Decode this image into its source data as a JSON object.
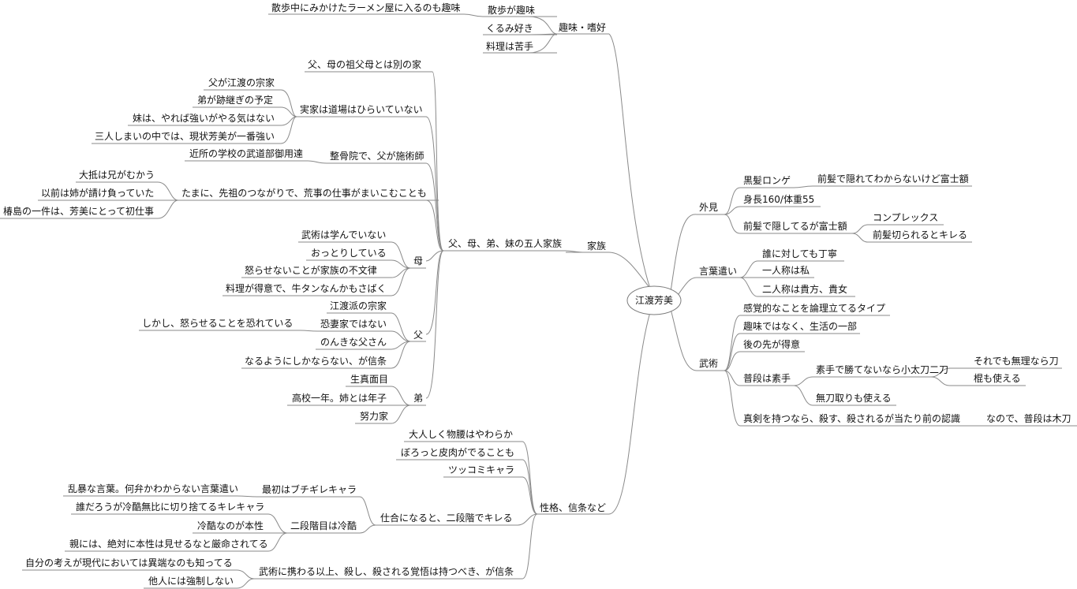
{
  "root": "江渡芳美",
  "branches": {
    "hobby": {
      "label": "趣味・嗜好",
      "items": {
        "walk": "散歩が趣味",
        "walk_detail": "散歩中にみかけたラーメン屋に入るのも趣味",
        "walnut": "くるみ好き",
        "cooking": "料理は苦手"
      }
    },
    "family": {
      "label": "家族",
      "main": "父、母、弟、妹の五人家族",
      "separate_house": "父、母の祖父母とは別の家",
      "dojo": {
        "label": "実家は道場はひらいていない",
        "items": [
          "父が江渡の宗家",
          "弟が跡継ぎの予定",
          "妹は、やれば強いがやる気はない",
          "三人しまいの中では、現状芳美が一番強い"
        ]
      },
      "clinic": {
        "label": "整骨院で、父が施術師",
        "items": [
          "近所の学校の武道部御用達"
        ]
      },
      "ancestors": {
        "label": "たまに、先祖のつながりで、荒事の仕事がまいこむことも",
        "items": [
          "大抵は兄がむかう",
          "以前は姉が請け負っていた",
          "椿島の一件は、芳美にとって初仕事"
        ]
      },
      "mother": {
        "label": "母",
        "items": [
          "武術は学んでいない",
          "おっとりしている",
          "怒らせないことが家族の不文律",
          "料理が得意で、牛タンなんかもさばく"
        ]
      },
      "father": {
        "label": "父",
        "items": [
          "江渡派の宗家",
          "恐妻家ではない",
          "しかし、怒らせることを恐れている",
          "のんきな父さん",
          "なるようにしかならない、が信条"
        ]
      },
      "brother": {
        "label": "弟",
        "items": [
          "生真面目",
          "高校一年。姉とは年子",
          "努力家"
        ]
      }
    },
    "personality": {
      "label": "性格、信条など",
      "items": {
        "gentle": "大人しく物腰はやわらか",
        "cynical": "ぼろっと皮肉がでることも",
        "tsukkomi": "ツッコミキャラ"
      },
      "match": {
        "label": "仕合になると、二段階でキレる",
        "first": {
          "label": "最初はブチギレキャラ",
          "items": [
            "乱暴な言葉。何弁かわからない言葉遣い"
          ]
        },
        "second": {
          "label": "二段階目は冷酷",
          "items": [
            "誰だろうが冷酷無比に切り捨てるキレキャラ",
            "冷酷なのが本性",
            "親には、絶対に本性は見せるなと厳命されてる"
          ]
        }
      },
      "belief": {
        "label": "武術に携わる以上、殺し、殺される覚悟は持つべき、が信条",
        "items": [
          "自分の考えが現代においては異端なのも知ってる",
          "他人には強制しない"
        ]
      }
    },
    "appearance": {
      "label": "外見",
      "black_hair": "黒髪ロンゲ",
      "black_hair_detail": "前髪で隠れてわからないけど富士額",
      "height": "身長160/体重55",
      "forehead": "前髪で隠してるが富士額",
      "complex": "コンプレックス",
      "angry": "前髪切られるとキレる"
    },
    "speech": {
      "label": "言葉遣い",
      "items": [
        "誰に対しても丁寧",
        "一人称は私",
        "二人称は貴方、貴女"
      ]
    },
    "martial": {
      "label": "武術",
      "logic": "感覚的なことを論理立てるタイプ",
      "life": "趣味ではなく、生活の一部",
      "counter": "後の先が得意",
      "barehand": "普段は素手",
      "kodachi": "素手で勝てないなら小太刀二刀",
      "still": "それでも無理なら刀",
      "staff": "棍も使える",
      "mutodori": "無刀取りも使える",
      "sword": "真剣を持つなら、殺す、殺されるが当たり前の認識",
      "bokuto": "なので、普段は木刀"
    }
  }
}
